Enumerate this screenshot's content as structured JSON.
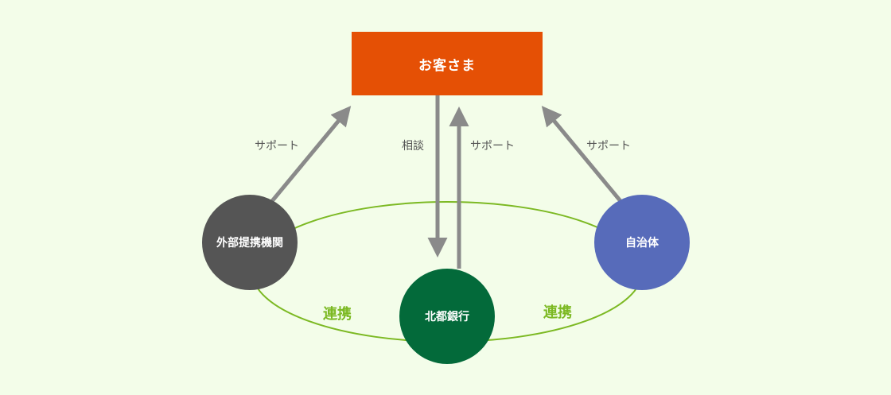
{
  "colors": {
    "background": "#f3fde9",
    "customer": "#e55005",
    "external_institution": "#555555",
    "bank": "#036a3a",
    "municipality": "#576bba",
    "arrow": "#8a8a8a",
    "link_ellipse": "#7cb923"
  },
  "nodes": {
    "customer": "お客さま",
    "external_institution": "外部提携機関",
    "bank": "北都銀行",
    "municipality": "自治体"
  },
  "edges": {
    "left_support": "サポート",
    "consultation": "相談",
    "center_support": "サポート",
    "right_support": "サポート",
    "left_link": "連携",
    "right_link": "連携"
  }
}
